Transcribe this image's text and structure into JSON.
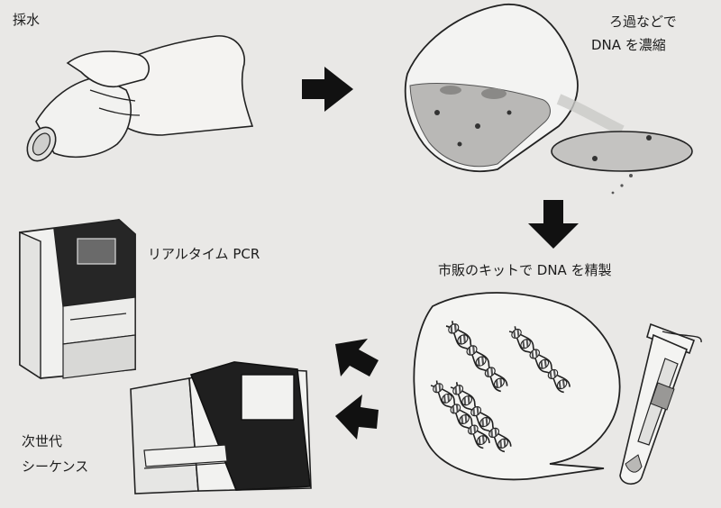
{
  "labels": {
    "sampling": "採水",
    "filter_line1": "ろ過などで",
    "filter_line2": "DNA を濃縮",
    "purify": "市販のキットで DNA を精製",
    "pcr": "リアルタイム PCR",
    "ngs_line1": "次世代",
    "ngs_line2": "シーケンス"
  },
  "colors": {
    "background": "#e9e8e6",
    "ink": "#1a1a1a",
    "arrow": "#111111",
    "device_dark": "#1f1f1f",
    "liquid": "#b9b8b6"
  },
  "icons": {
    "hand_bottle": "hand-holding-bottle-icon",
    "beaker": "beaker-pouring-icon",
    "filter": "filter-membrane-icon",
    "dna": "dna-helix-icon",
    "tube": "spin-column-tube-icon",
    "pcr_machine": "real-time-pcr-machine-icon",
    "sequencer": "next-gen-sequencer-icon"
  }
}
